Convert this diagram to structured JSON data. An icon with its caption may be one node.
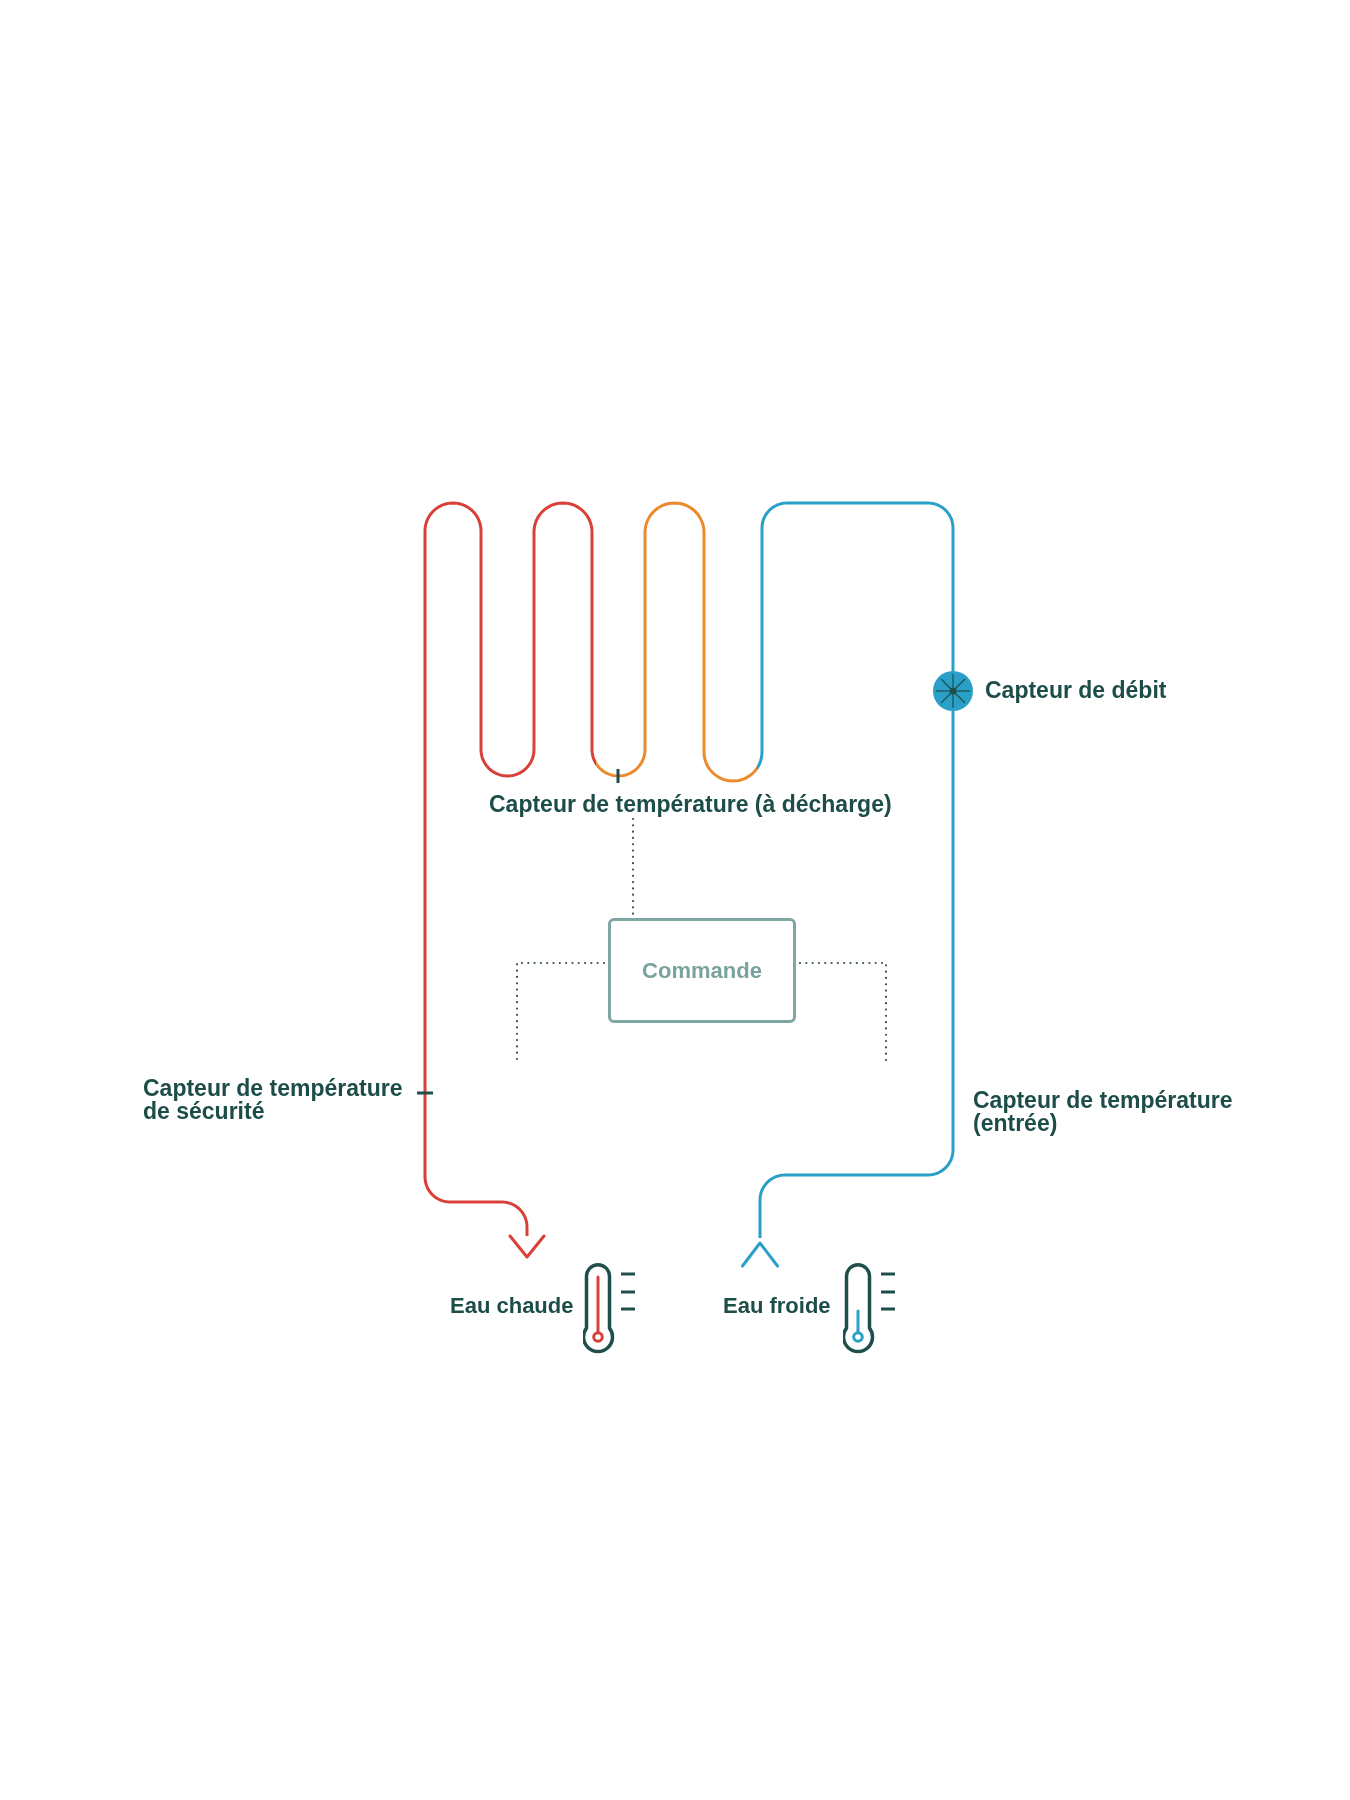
{
  "diagram": {
    "nodes": [
      {
        "text": [
          "Capteur de température (à décharge)"
        ]
      },
      {
        "text": [
          "Commande"
        ]
      },
      {
        "text": [
          "Eau chaude"
        ]
      },
      {
        "text": [
          "Eau froide"
        ]
      }
    ],
    "edges": [
      {
        "from": 3,
        "to": 2,
        "arrow": "to"
      },
      {
        "from": 0,
        "to": 1,
        "arrow": "none",
        "style": "dashed"
      },
      {
        "from": 1,
        "to": null,
        "arrow": "none",
        "style": "dashed"
      },
      {
        "from": 1,
        "to": null,
        "arrow": "none",
        "style": "dashed"
      }
    ],
    "labels": [
      "Capteur de débit",
      "Capteur de température de sécurité",
      "Capteur de température (entrée)"
    ]
  }
}
